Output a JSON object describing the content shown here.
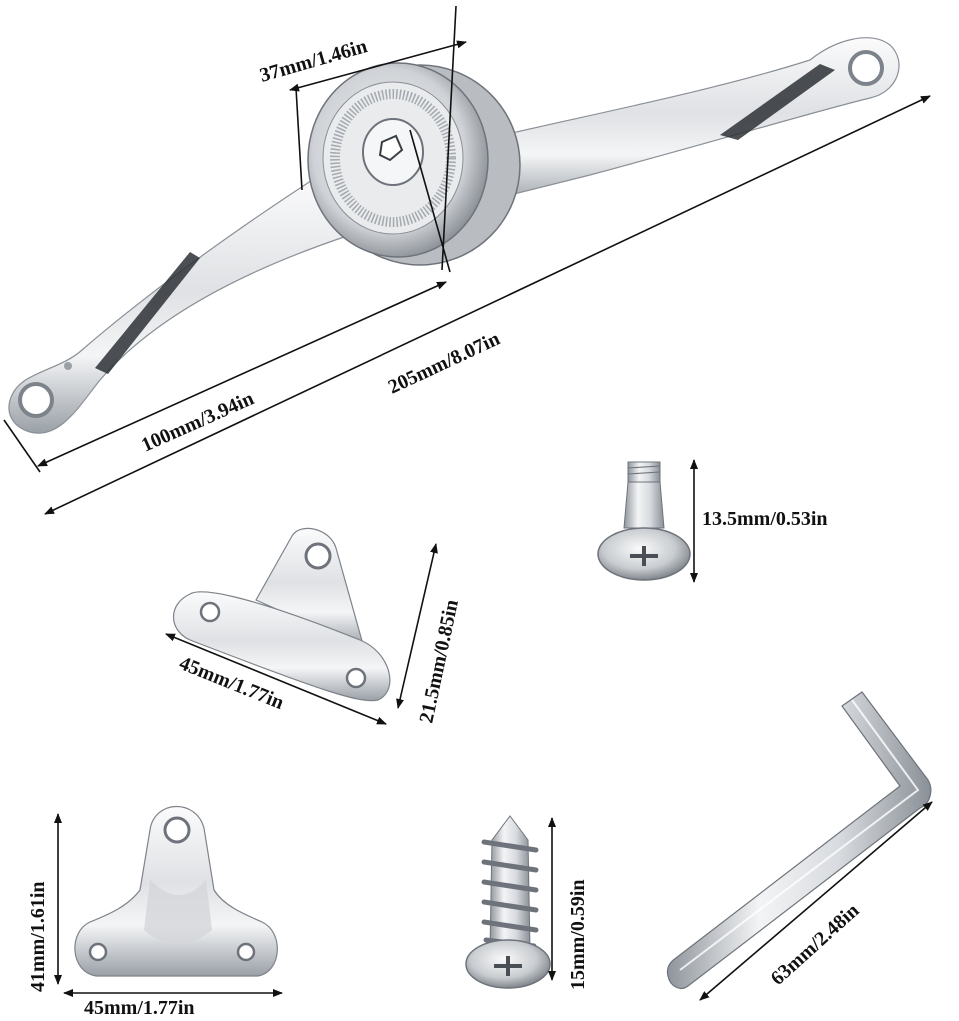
{
  "colors": {
    "background": "#ffffff",
    "metal_light": "#f2f3f5",
    "metal_mid": "#c9ccd1",
    "metal_dark": "#6e737b",
    "dimension_lines": "#111111"
  },
  "parts": {
    "hinge_arm": {
      "icon": "lid-stay-hinge-icon",
      "dim_damper_diameter": "37mm/1.46in",
      "dim_short_arm": "100mm/3.94in",
      "dim_total_length": "205mm/8.07in"
    },
    "shoulder_screw": {
      "icon": "shoulder-screw-icon",
      "dim_length": "13.5mm/0.53in"
    },
    "side_bracket": {
      "icon": "angled-bracket-icon",
      "dim_width": "45mm/1.77in",
      "dim_height": "21.5mm/0.85in"
    },
    "mount_bracket": {
      "icon": "mounting-bracket-icon",
      "dim_height": "41mm/1.61in",
      "dim_width": "45mm/1.77in"
    },
    "wood_screw": {
      "icon": "wood-screw-icon",
      "dim_length": "15mm/0.59in"
    },
    "hex_key": {
      "icon": "hex-key-icon",
      "dim_length": "63mm/2.48in"
    }
  }
}
